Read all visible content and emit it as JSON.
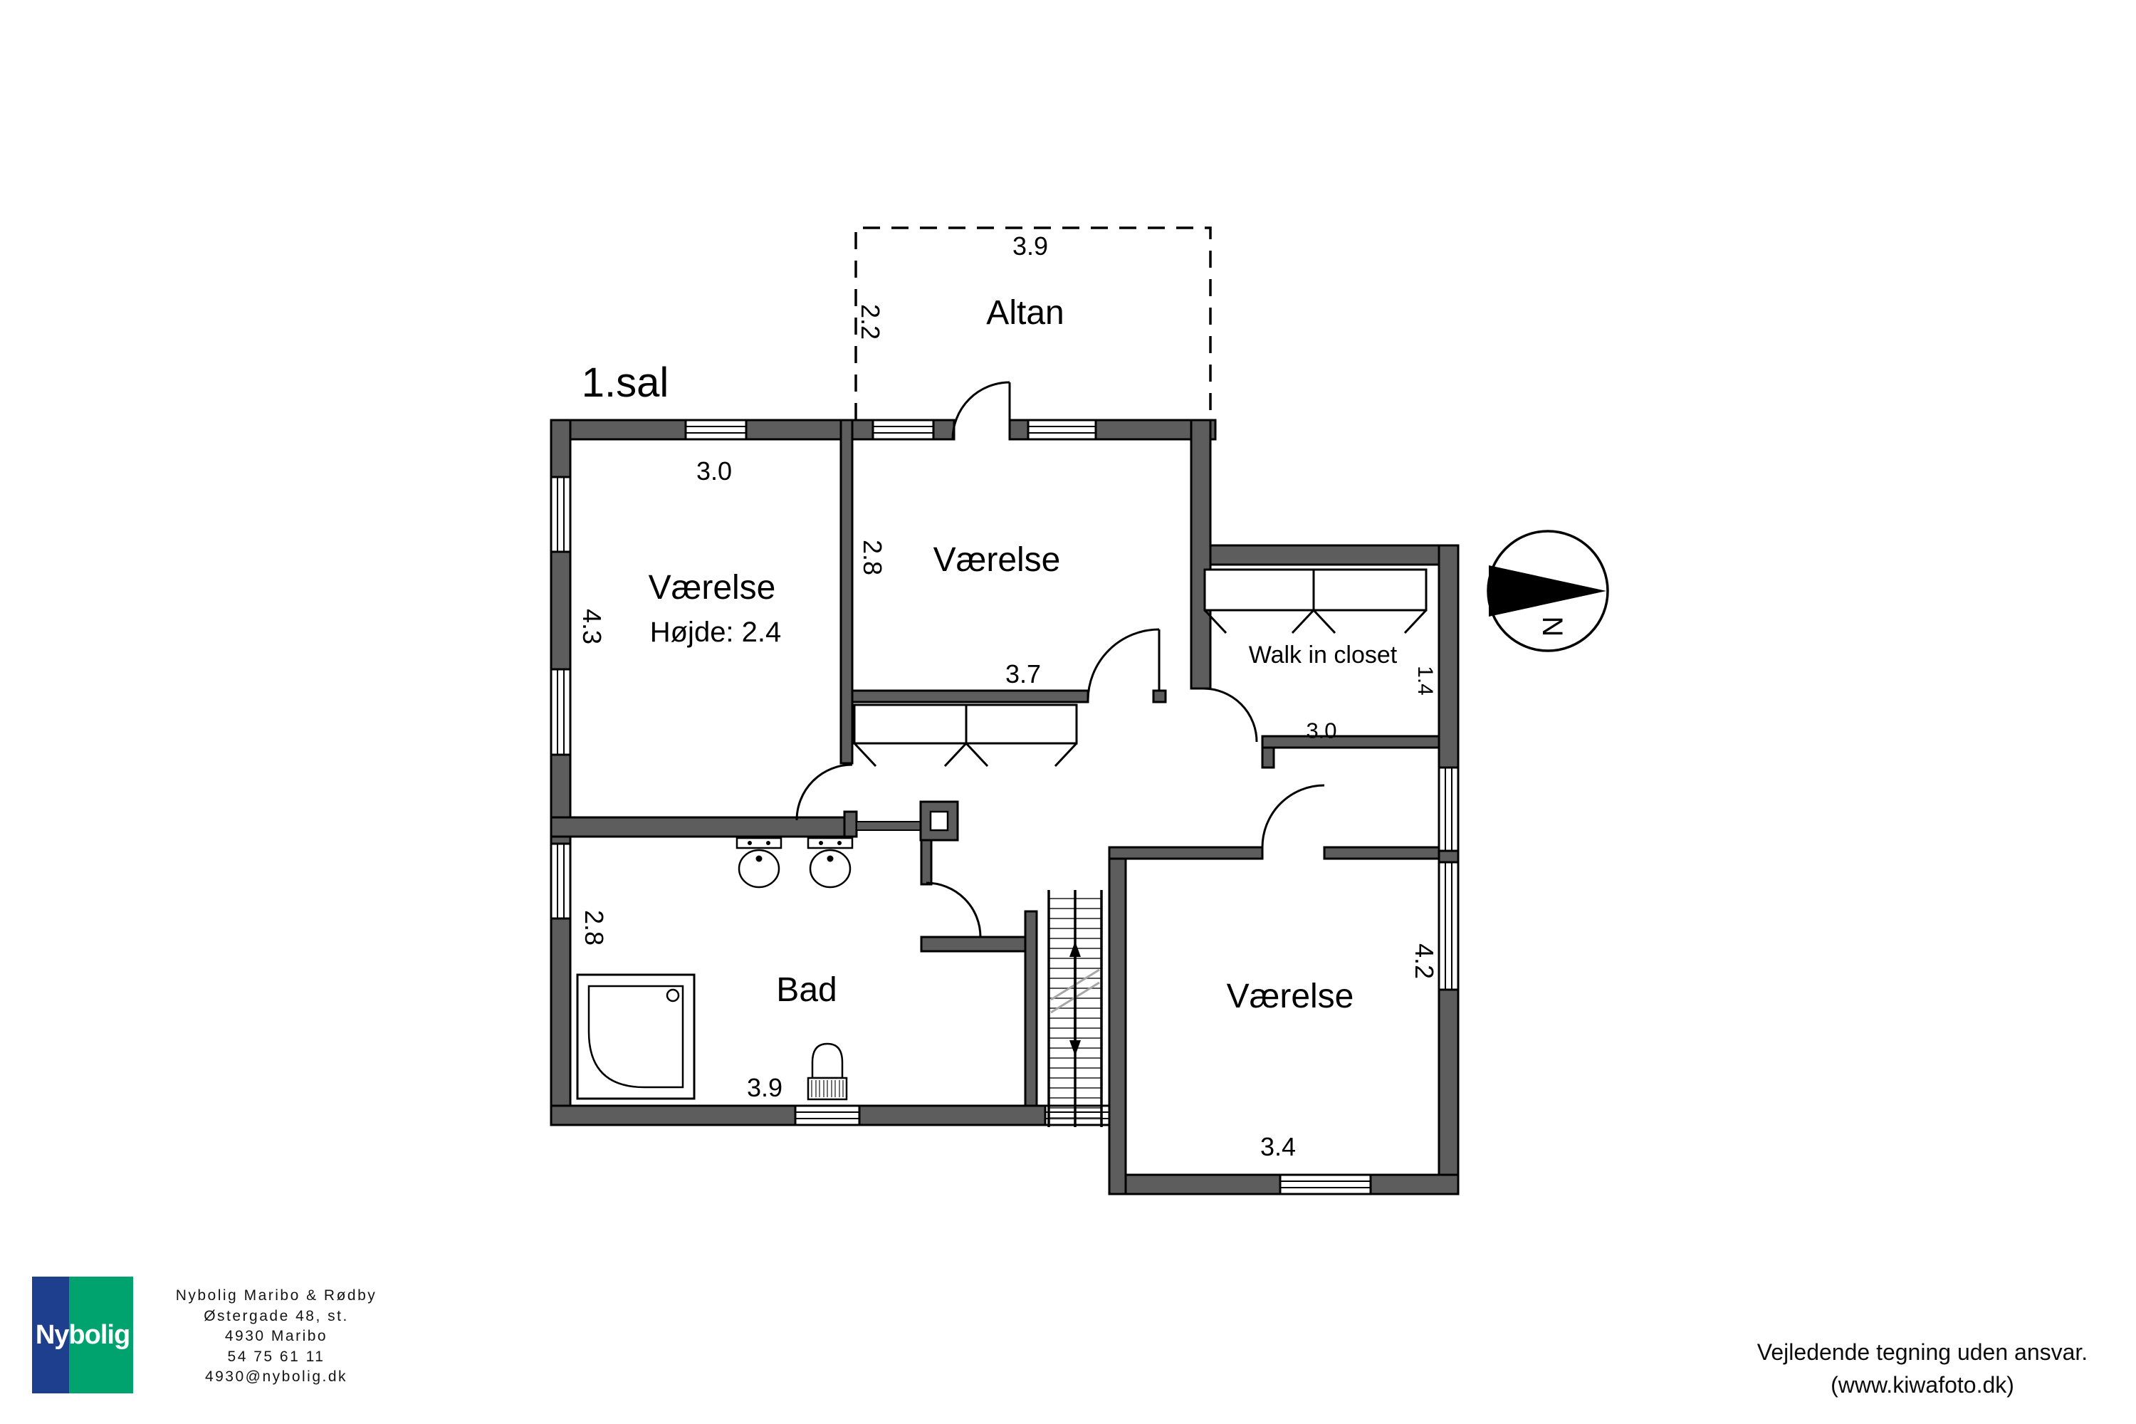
{
  "plan": {
    "floor_label": "1.sal",
    "balcony": {
      "label": "Altan",
      "dim_width": "3.9",
      "dim_depth": "2.2"
    },
    "rooms": {
      "top_left": {
        "label": "Værelse",
        "note": "Højde: 2.4",
        "dim_width": "3.0",
        "dim_height": "4.3"
      },
      "middle": {
        "label": "Værelse",
        "dim_width": "2.8",
        "dim_bottom": "3.7"
      },
      "walk_in_closet": {
        "label": "Walk in closet",
        "dim_depth": "1.4",
        "dim_width": "3.0"
      },
      "bathroom": {
        "label": "Bad",
        "dim_left": "2.8",
        "dim_bottom": "3.9"
      },
      "bottom_right": {
        "label": "Værelse",
        "dim_right": "4.2",
        "dim_bottom": "3.4"
      }
    },
    "compass": {
      "label": "N"
    },
    "colors": {
      "wall": "#5d5d5d",
      "line": "#000000"
    }
  },
  "footer": {
    "logo": {
      "text": "Nybolig",
      "blue": "#1e3e8e",
      "green": "#00a26d"
    },
    "office_lines": [
      "Nybolig Maribo & Rødby",
      "Østergade 48, st.",
      "4930 Maribo",
      "54 75 61 11",
      "4930@nybolig.dk"
    ],
    "disclaimer_lines": [
      "Vejledende tegning uden ansvar.",
      "(www.kiwafoto.dk)"
    ]
  }
}
